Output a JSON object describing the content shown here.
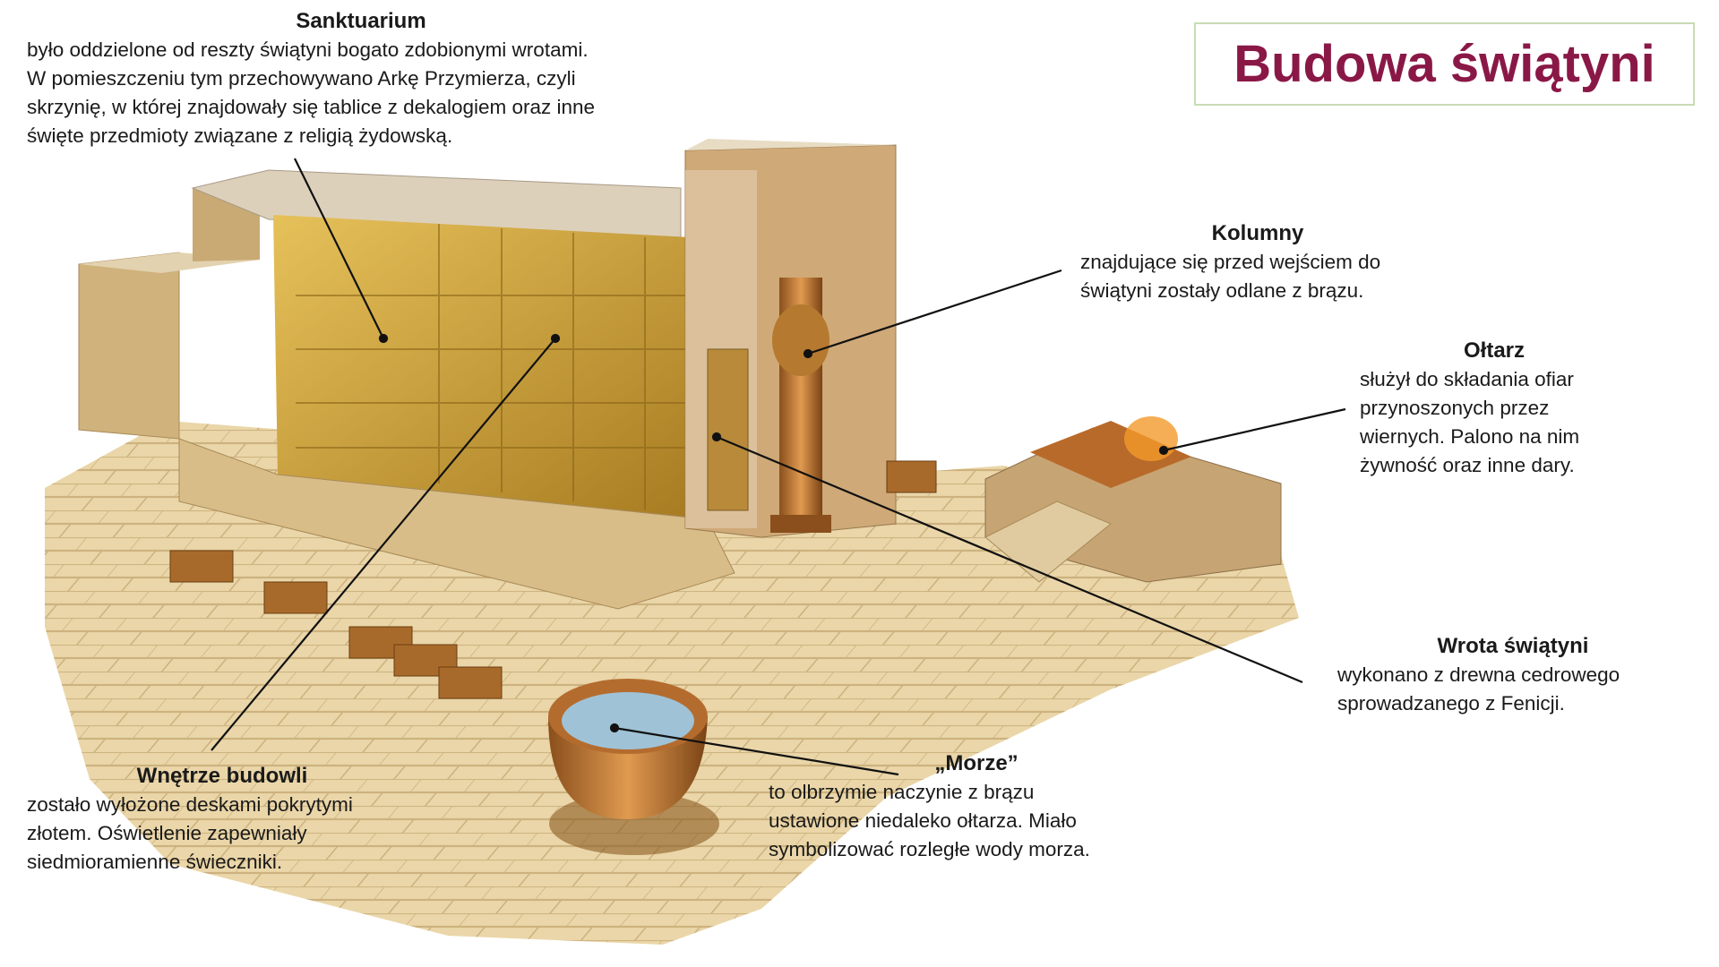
{
  "title": "Budowa świątyni",
  "colors": {
    "title": "#8a1847",
    "title_border": "#c7dcb5",
    "gold": "#c9a23a",
    "stone": "#d9c29a"
  },
  "labels": {
    "sanktuarium": {
      "heading": "Sanktuarium",
      "body": "było oddzielone od reszty świątyni bogato zdobionymi wrotami.\nW pomieszczeniu tym przechowywano Arkę Przymierza, czyli\nskrzynię, w której znajdowały się tablice z dekalogiem oraz inne\nświęte przedmioty związane z religią żydowską."
    },
    "kolumny": {
      "heading": "Kolumny",
      "body": "znajdujące się przed wejściem do\nświątyni zostały odlane z brązu."
    },
    "oltarz": {
      "heading": "Ołtarz",
      "body": "służył do składania ofiar\nprzynoszonych przez\nwiernych. Palono na nim\nżywność oraz inne dary."
    },
    "wrota": {
      "heading": "Wrota świątyni",
      "body": "wykonano z drewna cedrowego\nsprowadzanego z Fenicji."
    },
    "morze": {
      "heading": "„Morze”",
      "body": "to olbrzymie naczynie z brązu\nustawione niedaleko ołtarza. Miało\nsymbolizować rozległe wody morza."
    },
    "wnetrze": {
      "heading": "Wnętrze budowli",
      "body": "zostało wyłożone deskami pokrytymi\nzłotem. Oświetlenie zapewniały\nsiedmioramienne świeczniki."
    }
  }
}
